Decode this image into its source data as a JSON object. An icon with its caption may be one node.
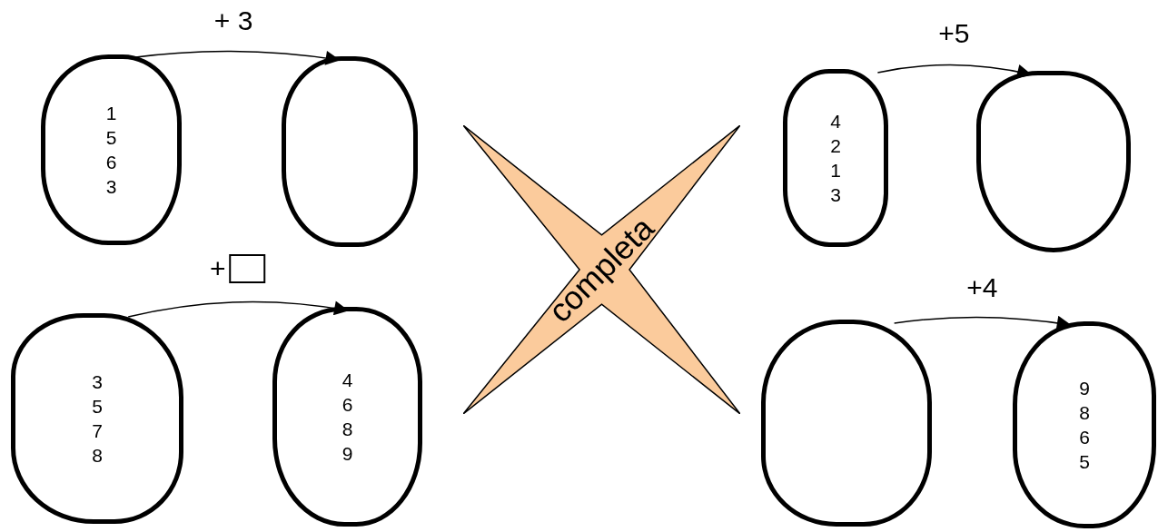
{
  "diagram": {
    "nodes": [
      {
        "text": [
          "1",
          "5",
          "6",
          "3"
        ]
      },
      {
        "text": [],
        "shape": "oval"
      },
      {
        "text": [
          "4",
          "2",
          "1",
          "3"
        ]
      },
      {
        "text": [],
        "shape": "oval"
      },
      {
        "text": [
          "3",
          "5",
          "7",
          "8"
        ]
      },
      {
        "text": [
          "4",
          "6",
          "8",
          "9"
        ]
      },
      {
        "text": [],
        "shape": "oval"
      },
      {
        "text": [
          "9",
          "8",
          "6",
          "5"
        ]
      },
      {
        "text": [
          "completa"
        ]
      }
    ],
    "edges": [
      {
        "from": 0,
        "to": 1,
        "arrow": "to",
        "label": "+ 3"
      },
      {
        "from": 2,
        "to": 3,
        "arrow": "to",
        "label": "+5"
      },
      {
        "from": 4,
        "to": 5,
        "arrow": "to",
        "label": "+"
      },
      {
        "from": 6,
        "to": 7,
        "arrow": "to",
        "label": "+4"
      }
    ]
  }
}
